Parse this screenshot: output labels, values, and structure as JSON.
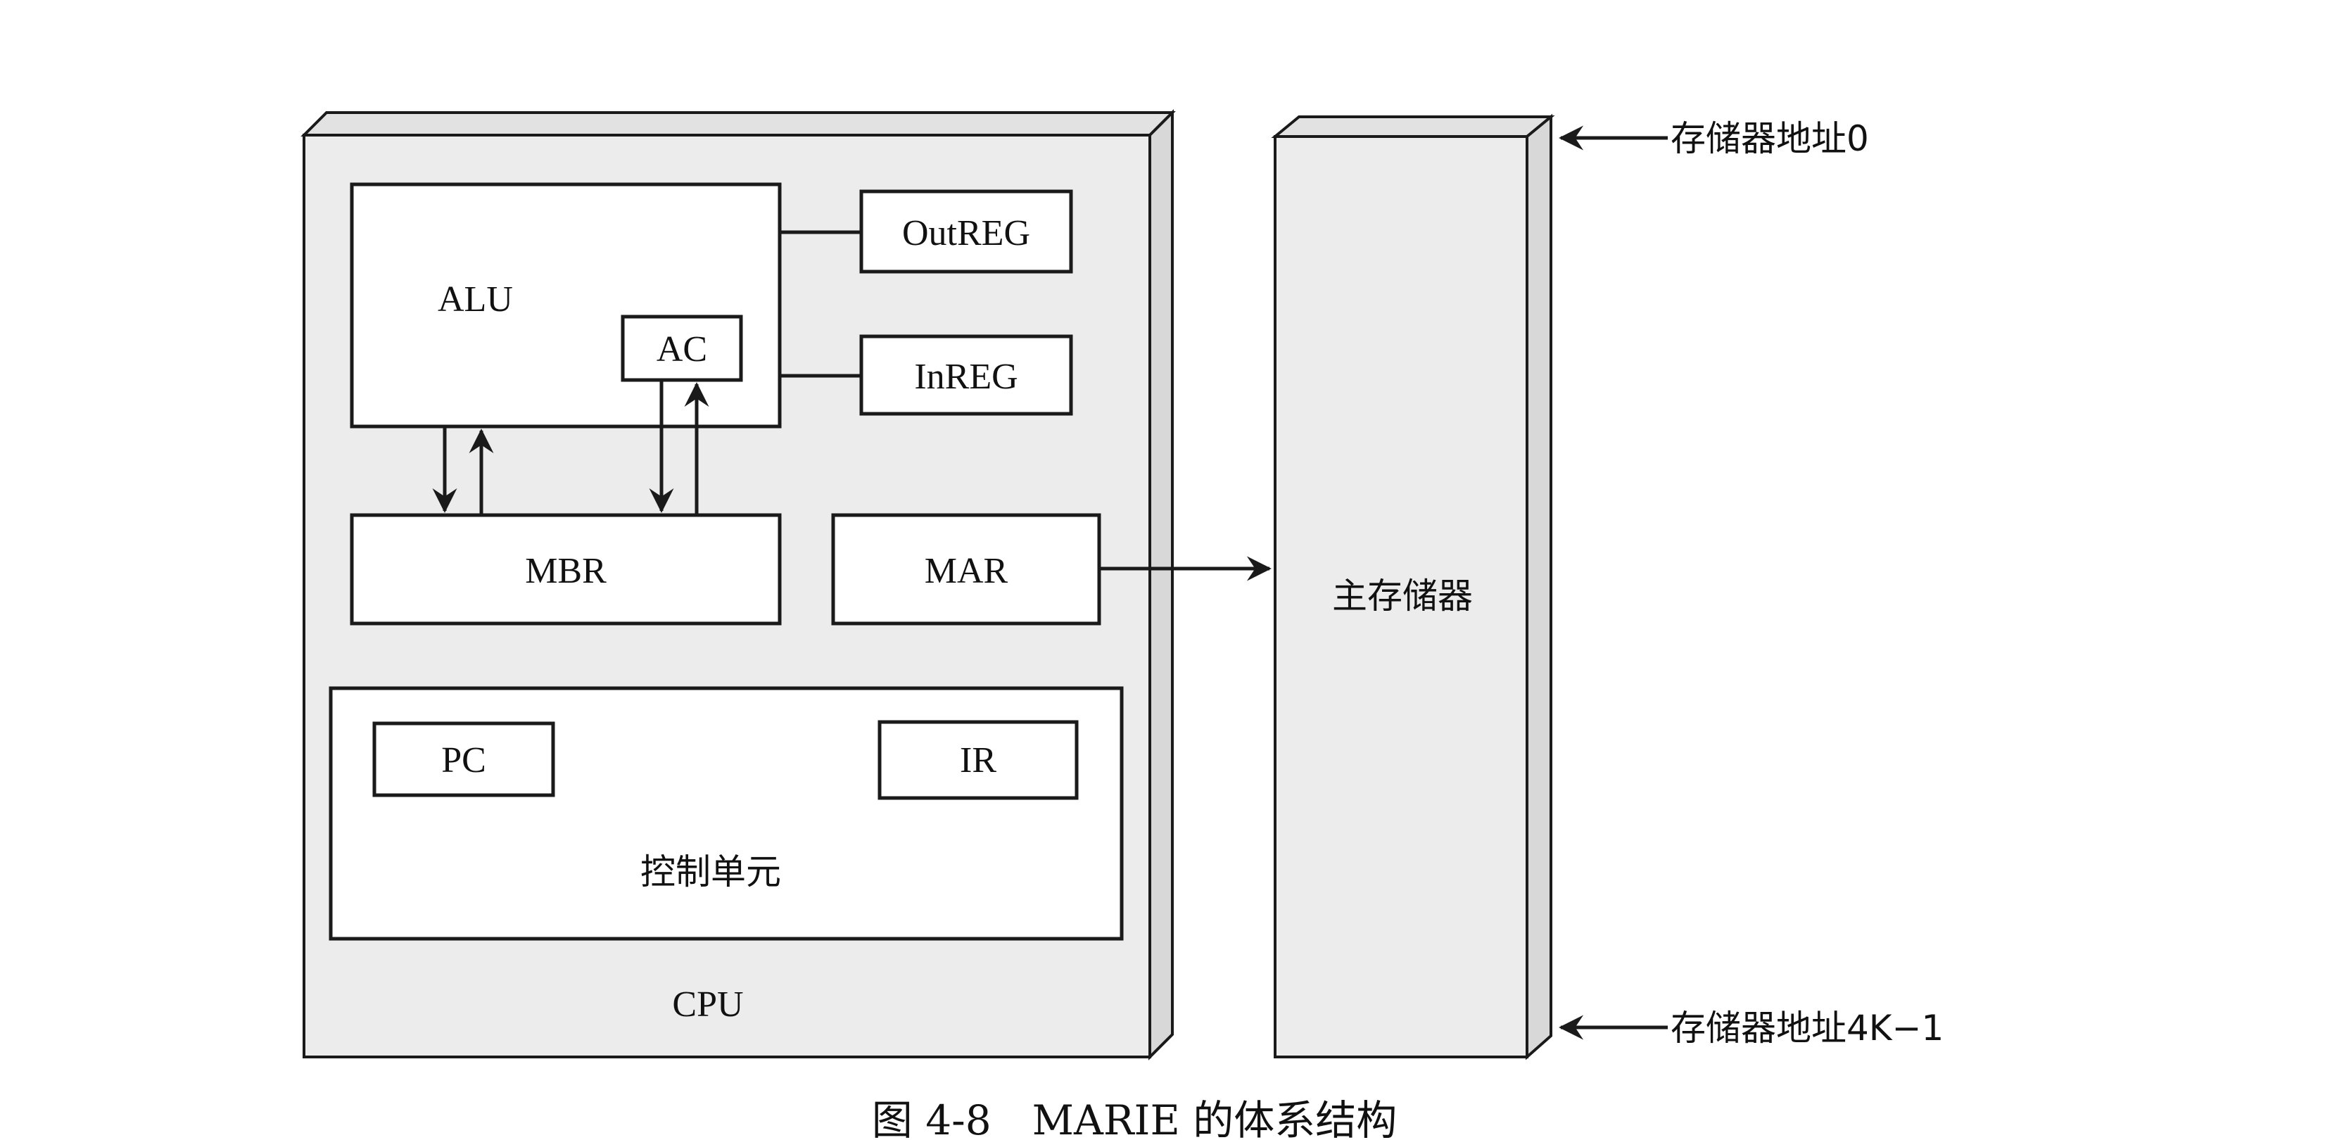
{
  "cpu": {
    "label": "CPU",
    "alu_label": "ALU",
    "ac_label": "AC",
    "outreg_label": "OutREG",
    "inreg_label": "InREG",
    "mbr_label": "MBR",
    "mar_label": "MAR",
    "pc_label": "PC",
    "ir_label": "IR",
    "control_unit_label": "控制单元"
  },
  "memory": {
    "label": "主存储器",
    "address_top_label": "存储器地址0",
    "address_bottom_label": "存储器地址4K−1"
  },
  "caption": "图 4-8　MARIE 的体系结构",
  "colors": {
    "panel_face": "#ececec",
    "panel_side": "#dcdcdc",
    "panel_top": "#e2e2e2",
    "stroke": "#1a1a1a"
  }
}
